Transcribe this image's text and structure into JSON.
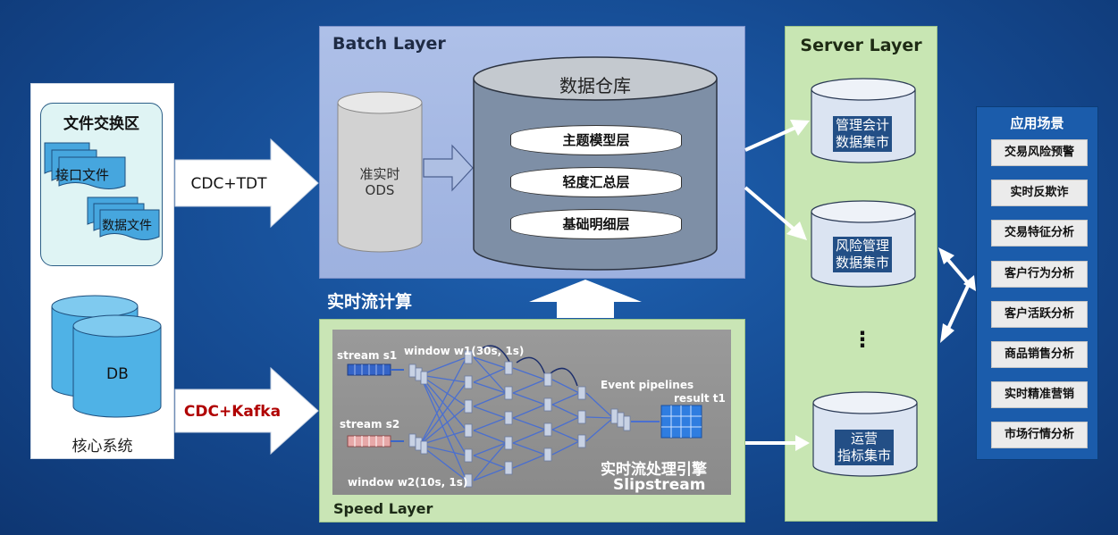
{
  "left": {
    "file_zone_title": "文件交换区",
    "doc_interface": "接口文件",
    "doc_data": "数据文件",
    "db_label": "DB",
    "core_label": "核心系统"
  },
  "arrows": {
    "top_label": "CDC+TDT",
    "bottom_label": "CDC+Kafka",
    "speed_heading": "实时流计算"
  },
  "batch": {
    "title": "Batch Layer",
    "ods_line1": "准实时",
    "ods_line2": "ODS",
    "warehouse_title": "数据仓库",
    "layers": [
      "主题模型层",
      "轻度汇总层",
      "基础明细层"
    ]
  },
  "speed": {
    "title": "Speed Layer",
    "stream_s1": "stream s1",
    "stream_s2": "stream s2",
    "window_w1": "window w1(30s, 1s)",
    "window_w2": "window w2(10s, 1s)",
    "event_pipelines": "Event pipelines",
    "result_t1": "result t1",
    "engine_line1": "实时流处理引擎",
    "engine_line2": "Slipstream"
  },
  "server": {
    "title": "Server Layer",
    "mart1_line1": "管理会计",
    "mart1_line2": "数据集市",
    "mart2_line1": "风险管理",
    "mart2_line2": "数据集市",
    "ellipsis": "⋮",
    "mart3_line1": "运营",
    "mart3_line2": "指标集市"
  },
  "scenarios": {
    "title": "应用场景",
    "items": [
      "交易风险预警",
      "实时反欺诈",
      "交易特征分析",
      "客户行为分析",
      "客户活跃分析",
      "商品销售分析",
      "实时精准营销",
      "市场行情分析"
    ]
  },
  "colors": {
    "background": "#154a91",
    "batch_panel": "#9db1df",
    "speed_panel": "#c9e5b5",
    "server_panel": "#c8e6b3",
    "scenario_panel": "#1b5cab",
    "kafka_label": "#b00000"
  }
}
